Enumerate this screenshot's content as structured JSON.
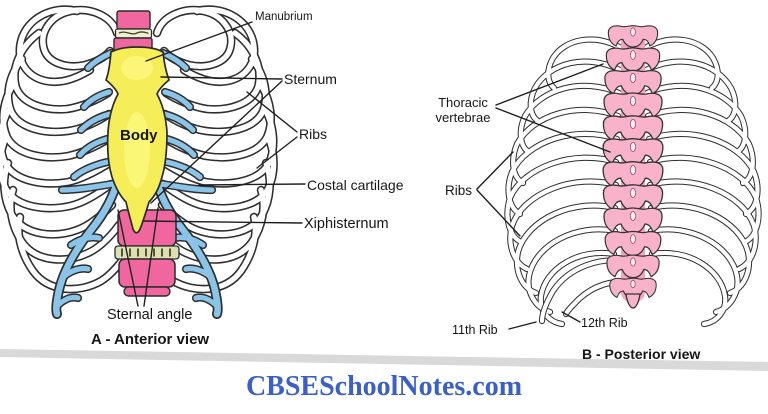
{
  "page": {
    "watermark": "CBSESchoolNotes.com"
  },
  "anterior": {
    "caption": "A - Anterior view",
    "body_label": "Body",
    "labels": {
      "manubrium": "Manubrium",
      "sternum": "Sternum",
      "ribs": "Ribs",
      "costal_cartilage": "Costal cartilage",
      "xiphisternum": "Xiphisternum",
      "sternal_angle": "Sternal angle"
    }
  },
  "posterior": {
    "caption": "B - Posterior view",
    "labels": {
      "thoracic_vertebrae_line1": "Thoracic",
      "thoracic_vertebrae_line2": "vertebrae",
      "ribs": "Ribs",
      "rib_11": "11th Rib",
      "rib_12": "12th Rib"
    }
  },
  "colors": {
    "watermark_blue": "#3a5fc8",
    "sternum_yellow": "#f5ee58",
    "sternum_highlight": "#fbf77e",
    "cartilage_blue": "#8ac4e9",
    "anterior_vertebra_pink": "#f0679f",
    "posterior_vertebra_pink": "#f8b3cb",
    "disc_khaki": "#dde0b5",
    "bone_white": "#ffffff",
    "outline": "#2e2e2e"
  }
}
